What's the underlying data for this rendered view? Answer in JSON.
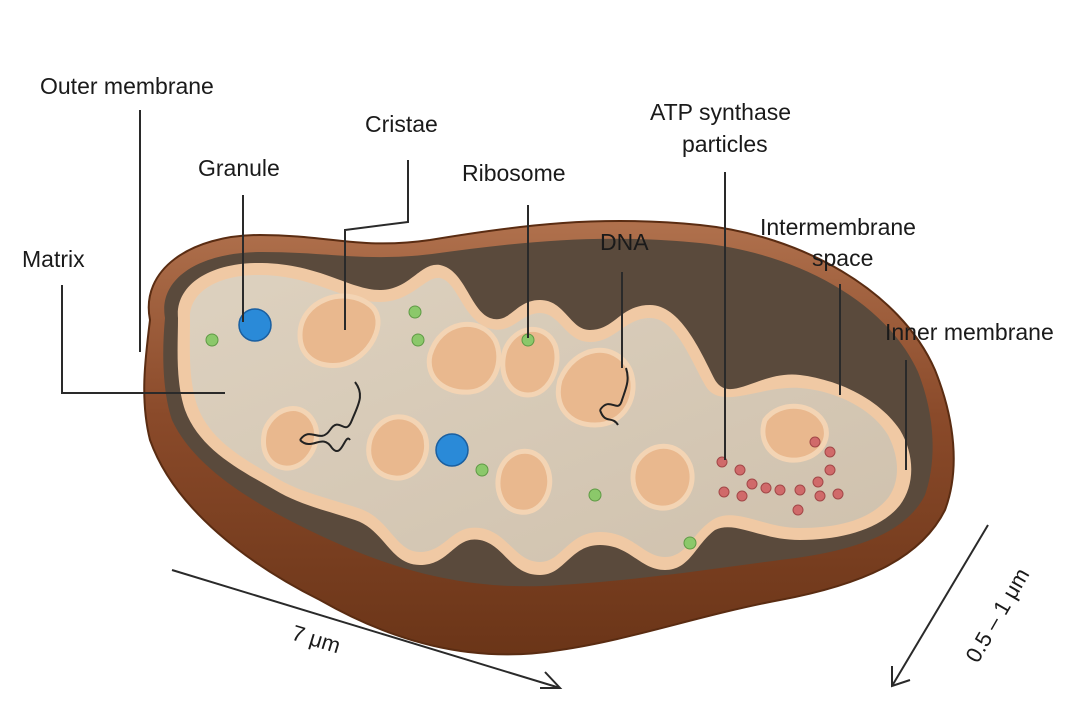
{
  "labels": {
    "outer_membrane": "Outer membrane",
    "cristae": "Cristae",
    "granule": "Granule",
    "ribosome": "Ribosome",
    "atp_line1": "ATP synthase",
    "atp_line2": "particles",
    "matrix": "Matrix",
    "dna": "DNA",
    "intermembrane_line1": "Intermembrane",
    "intermembrane_line2": "space",
    "inner_membrane": "Inner membrane"
  },
  "dimensions": {
    "length": "7 μm",
    "width": "0.5 – 1 μm"
  },
  "colors": {
    "outer_shell": "#8a4a2a",
    "shell_highlight": "#b5714a",
    "intermembrane": "#5a4a3c",
    "inner_membrane_edge": "#f0c9a4",
    "matrix_fill": "#d8cbb8",
    "granule": "#2a8ad8",
    "ribosome": "#8bc86a",
    "atp_particle": "#d06a6a",
    "dna": "#222222"
  }
}
